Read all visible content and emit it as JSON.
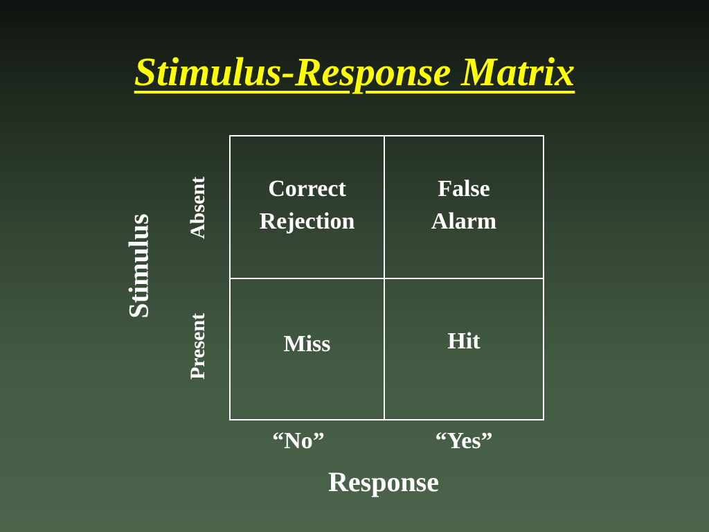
{
  "title": "Stimulus-Response Matrix",
  "matrix": {
    "y_axis_title": "Stimulus",
    "x_axis_title": "Response",
    "rows": [
      "Absent",
      "Present"
    ],
    "columns": [
      "“No”",
      "“Yes”"
    ],
    "cells": {
      "absent_no": [
        "Correct",
        "Rejection"
      ],
      "absent_yes": [
        "False",
        "Alarm"
      ],
      "present_no": "Miss",
      "present_yes": "Hit"
    }
  },
  "colors": {
    "title": "#ffff00",
    "text": "#ffffff",
    "grid_lines": "#ffffff",
    "background_top": "#0f120f",
    "background_bottom": "#4b644b"
  }
}
